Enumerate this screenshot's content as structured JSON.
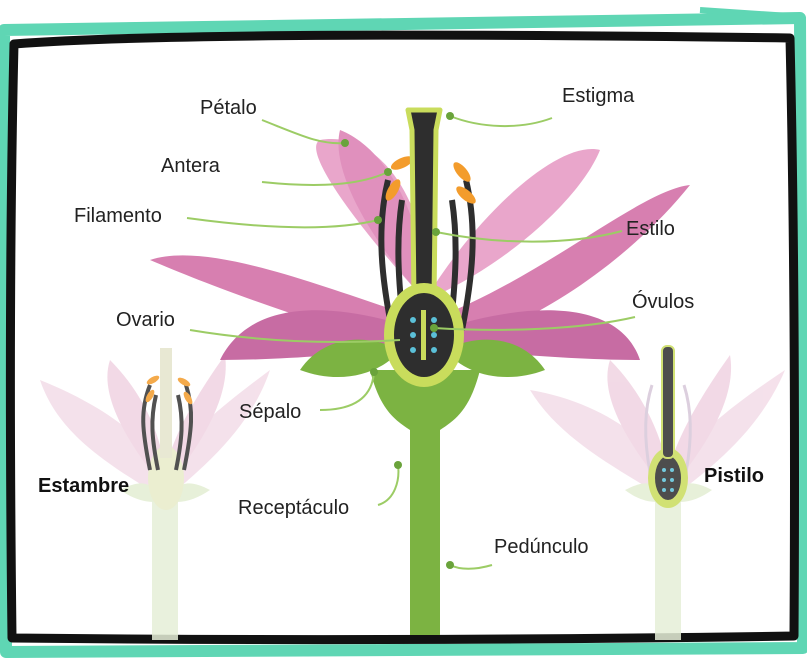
{
  "labels": {
    "petalo": "Pétalo",
    "estigma": "Estigma",
    "antera": "Antera",
    "filamento": "Filamento",
    "estilo": "Estilo",
    "ovulos": "Óvulos",
    "ovario": "Ovario",
    "sepalo": "Sépalo",
    "estambre": "Estambre",
    "pistilo": "Pistilo",
    "receptaculo": "Receptáculo",
    "pedunculo": "Pedúnculo"
  },
  "colors": {
    "frame_outer": "#5fd6b4",
    "frame_inner": "#111111",
    "petal": "#d77fb0",
    "petal_light": "#e9a6cb",
    "green": "#7cb342",
    "green_dark": "#4e8a2a",
    "pistil_dark": "#2e2e2e",
    "ovary_rim": "#c9dc5c",
    "ovule": "#5bc0d8",
    "anther": "#f39c2c",
    "leader": "#9ccc65"
  }
}
